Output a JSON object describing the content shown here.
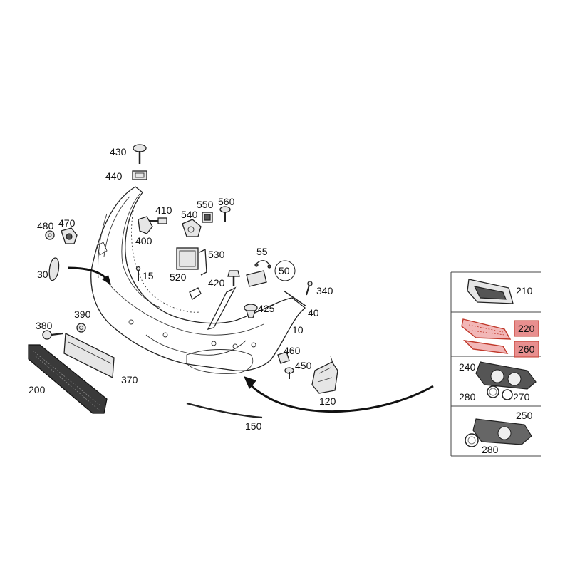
{
  "colors": {
    "line": "#222222",
    "highlight": "#e88f8f",
    "highlight_stroke": "#c0392b"
  },
  "labels": {
    "p10": "10",
    "p15": "15",
    "p30": "30",
    "p40": "40",
    "p50": "50",
    "p55": "55",
    "p120": "120",
    "p150": "150",
    "p200": "200",
    "p370": "370",
    "p380": "380",
    "p390": "390",
    "p400": "400",
    "p410": "410",
    "p420": "420",
    "p425": "425",
    "p430": "430",
    "p440": "440",
    "p450": "450",
    "p460": "460",
    "p470": "470",
    "p480": "480",
    "p520": "520",
    "p530": "530",
    "p540": "540",
    "p550": "550",
    "p560": "560",
    "p340": "340"
  },
  "side_panel": {
    "p210": "210",
    "p220": "220",
    "p260": "260",
    "p240": "240",
    "p270": "270",
    "p280a": "280",
    "p250": "250",
    "p280b": "280"
  }
}
